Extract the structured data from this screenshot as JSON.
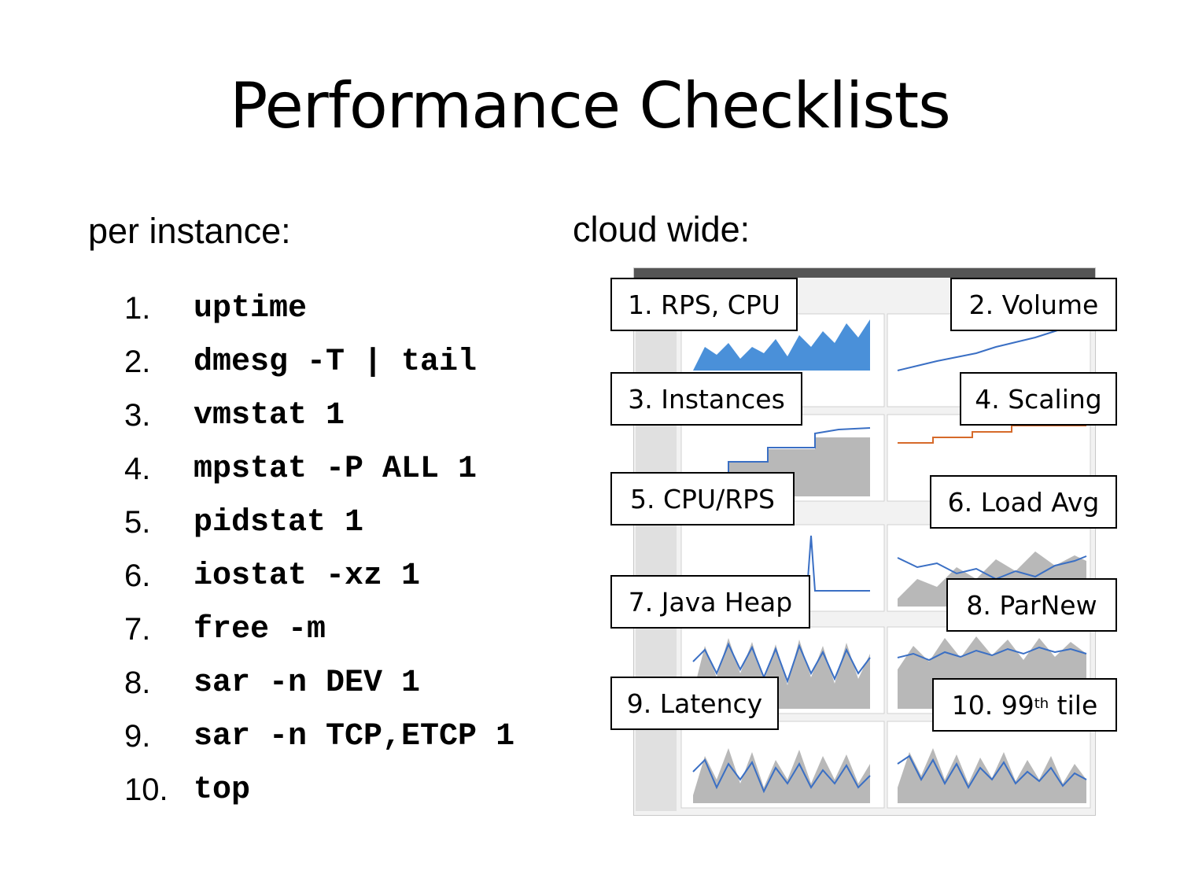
{
  "title": "Performance Checklists",
  "per_instance": {
    "heading": "per instance:",
    "items": [
      {
        "num": "1.",
        "cmd": "uptime"
      },
      {
        "num": "2.",
        "cmd": "dmesg -T | tail"
      },
      {
        "num": "3.",
        "cmd": "vmstat 1"
      },
      {
        "num": "4.",
        "cmd": "mpstat -P ALL 1"
      },
      {
        "num": "5.",
        "cmd": "pidstat 1"
      },
      {
        "num": "6.",
        "cmd": "iostat -xz 1"
      },
      {
        "num": "7.",
        "cmd": "free -m"
      },
      {
        "num": "8.",
        "cmd": "sar -n DEV 1"
      },
      {
        "num": "9.",
        "cmd": "sar -n TCP,ETCP 1"
      },
      {
        "num": "10.",
        "cmd": "top"
      }
    ]
  },
  "cloud_wide": {
    "heading": "cloud wide:",
    "callouts": [
      {
        "text": "1. RPS, CPU"
      },
      {
        "text": "2. Volume"
      },
      {
        "text": "3. Instances"
      },
      {
        "text": "4. Scaling"
      },
      {
        "text": "5. CPU/RPS"
      },
      {
        "text": "6. Load Avg"
      },
      {
        "text": "7. Java Heap"
      },
      {
        "text": "8. ParNew"
      },
      {
        "text": "9. Latency"
      },
      {
        "text_pre": "10. 99",
        "text_sup": "th",
        "text_post": " tile"
      }
    ]
  }
}
